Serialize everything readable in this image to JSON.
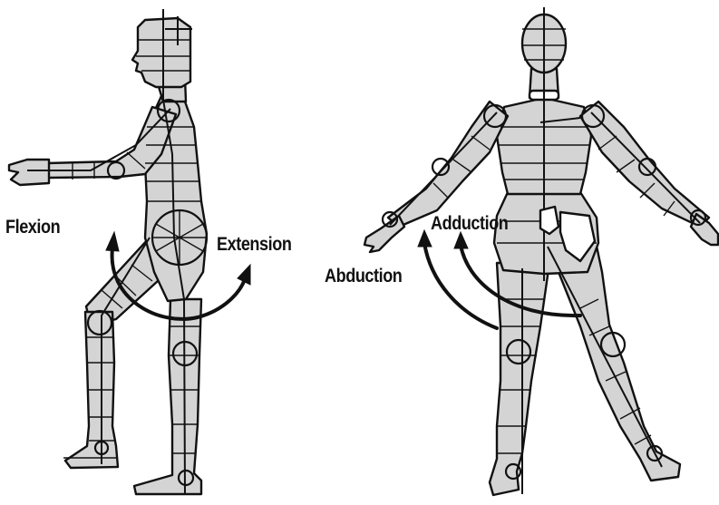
{
  "labels": {
    "flexion": "Flexion",
    "extension": "Extension",
    "abduction": "Abduction",
    "adduction": "Adduction"
  },
  "colors": {
    "ink": "#111111",
    "body_fill": "#d4d4d4",
    "background": "#ffffff"
  }
}
